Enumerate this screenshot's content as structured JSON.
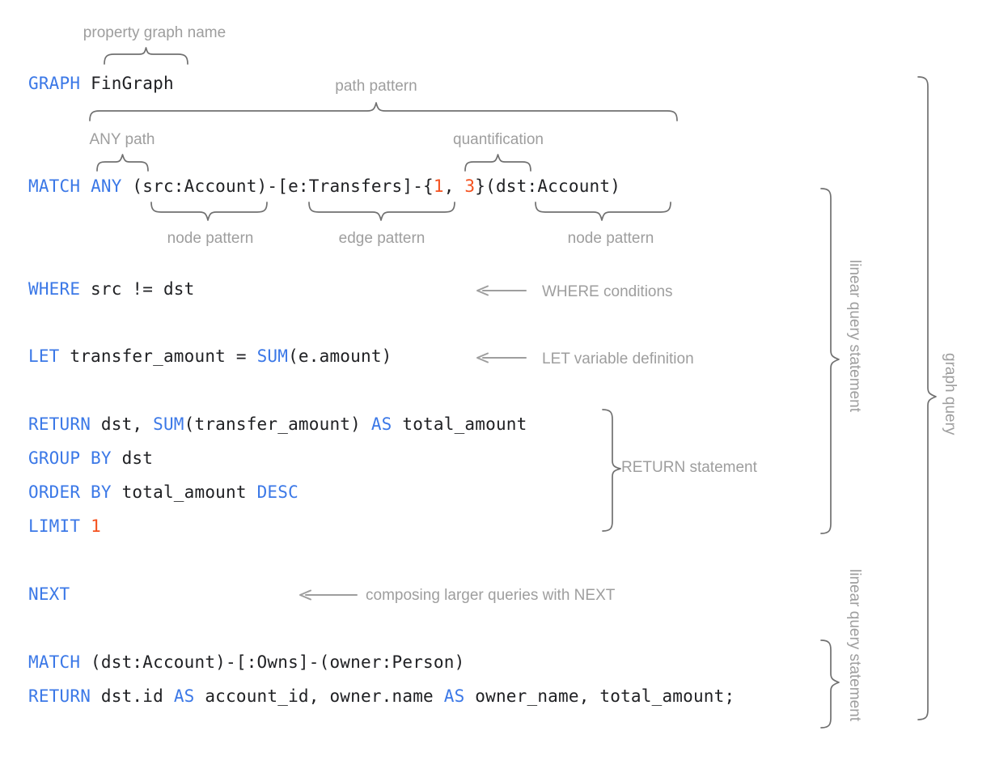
{
  "diagram": {
    "title": "GQL graph query annotated syntax diagram",
    "colors": {
      "keyword": "#3b78e7",
      "literal": "#f4511e",
      "text": "#202124",
      "annotation": "#9e9e9e",
      "brace": "#707070",
      "background": "#ffffff"
    }
  },
  "code_lines": [
    {
      "id": "line-graph",
      "tokens": [
        {
          "t": "GRAPH",
          "k": "kw"
        },
        {
          "t": " ",
          "k": "plain"
        },
        {
          "t": "FinGraph",
          "k": "plain"
        }
      ]
    },
    {
      "id": "line-match-1",
      "tokens": [
        {
          "t": "MATCH",
          "k": "kw"
        },
        {
          "t": " ",
          "k": "plain"
        },
        {
          "t": "ANY",
          "k": "kw"
        },
        {
          "t": " (src:Account)-[e:Transfers]-{",
          "k": "plain"
        },
        {
          "t": "1",
          "k": "num"
        },
        {
          "t": ", ",
          "k": "plain"
        },
        {
          "t": "3",
          "k": "num"
        },
        {
          "t": "}(dst:Account)",
          "k": "plain"
        }
      ]
    },
    {
      "id": "line-where",
      "tokens": [
        {
          "t": "WHERE",
          "k": "kw"
        },
        {
          "t": " src != dst",
          "k": "plain"
        }
      ]
    },
    {
      "id": "line-let",
      "tokens": [
        {
          "t": "LET",
          "k": "kw"
        },
        {
          "t": " transfer_amount = ",
          "k": "plain"
        },
        {
          "t": "SUM",
          "k": "kw"
        },
        {
          "t": "(e.amount)",
          "k": "plain"
        }
      ]
    },
    {
      "id": "line-return-1",
      "tokens": [
        {
          "t": "RETURN",
          "k": "kw"
        },
        {
          "t": " dst, ",
          "k": "plain"
        },
        {
          "t": "SUM",
          "k": "kw"
        },
        {
          "t": "(transfer_amount) ",
          "k": "plain"
        },
        {
          "t": "AS",
          "k": "kw"
        },
        {
          "t": " total_amount",
          "k": "plain"
        }
      ]
    },
    {
      "id": "line-group-by",
      "tokens": [
        {
          "t": "GROUP BY",
          "k": "kw"
        },
        {
          "t": " dst",
          "k": "plain"
        }
      ]
    },
    {
      "id": "line-order-by",
      "tokens": [
        {
          "t": "ORDER BY",
          "k": "kw"
        },
        {
          "t": " total_amount ",
          "k": "plain"
        },
        {
          "t": "DESC",
          "k": "kw"
        }
      ]
    },
    {
      "id": "line-limit",
      "tokens": [
        {
          "t": "LIMIT",
          "k": "kw"
        },
        {
          "t": " ",
          "k": "plain"
        },
        {
          "t": "1",
          "k": "num"
        }
      ]
    },
    {
      "id": "line-next",
      "tokens": [
        {
          "t": "NEXT",
          "k": "kw"
        }
      ]
    },
    {
      "id": "line-match-2",
      "tokens": [
        {
          "t": "MATCH",
          "k": "kw"
        },
        {
          "t": " (dst:Account)-[:Owns]-(owner:Person)",
          "k": "plain"
        }
      ]
    },
    {
      "id": "line-return-2",
      "tokens": [
        {
          "t": "RETURN",
          "k": "kw"
        },
        {
          "t": " dst.id ",
          "k": "plain"
        },
        {
          "t": "AS",
          "k": "kw"
        },
        {
          "t": " account_id, owner.name ",
          "k": "plain"
        },
        {
          "t": "AS",
          "k": "kw"
        },
        {
          "t": " owner_name, total_amount;",
          "k": "plain"
        }
      ]
    }
  ],
  "annotations": {
    "property_graph_name": "property graph name",
    "path_pattern": "path pattern",
    "any_path": "ANY path",
    "quantification": "quantification",
    "node_pattern_left": "node pattern",
    "edge_pattern": "edge pattern",
    "node_pattern_right": "node pattern",
    "where_conditions": "WHERE conditions",
    "let_variable_definition": "LET variable definition",
    "return_statement": "RETURN statement",
    "composing_with_next": "composing larger queries with NEXT",
    "linear_query_statement_1": "linear query statement",
    "linear_query_statement_2": "linear query statement",
    "graph_query": "graph query"
  }
}
